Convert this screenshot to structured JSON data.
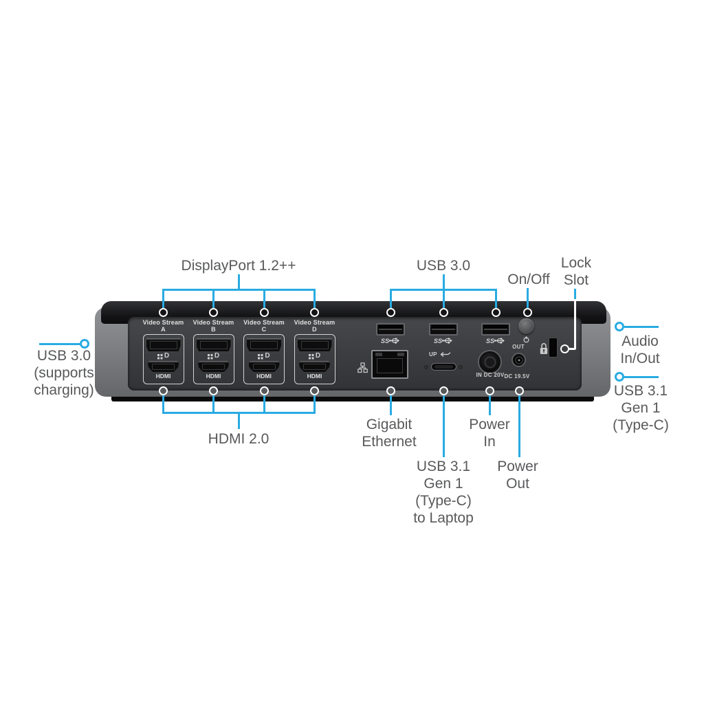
{
  "colors": {
    "callout_blue": "#29ABE2",
    "label_gray": "#58595B"
  },
  "labels": {
    "displayport": "DisplayPort 1.2++",
    "usb30_top": "USB 3.0",
    "onoff": "On/Off",
    "lock_slot": [
      "Lock",
      "Slot"
    ],
    "usb30_left": [
      "USB 3.0",
      "(supports",
      "charging)"
    ],
    "audio_io": [
      "Audio",
      "In/Out"
    ],
    "usb31_typec": [
      "USB 3.1",
      "Gen 1",
      "(Type-C)"
    ],
    "hdmi20": "HDMI 2.0",
    "gigabit_ethernet": [
      "Gigabit",
      "Ethernet"
    ],
    "usb31_laptop": [
      "USB 3.1",
      "Gen 1",
      "(Type-C)",
      "to Laptop"
    ],
    "power_in": [
      "Power",
      "In"
    ],
    "power_out": [
      "Power",
      "Out"
    ]
  },
  "device": {
    "dp_logo_glyph": "D",
    "video_streams": [
      {
        "label": "Video Stream A",
        "hdmi": "HDMI"
      },
      {
        "label": "Video Stream B",
        "hdmi": "HDMI"
      },
      {
        "label": "Video Stream C",
        "hdmi": "HDMI"
      },
      {
        "label": "Video Stream D",
        "hdmi": "HDMI"
      }
    ],
    "markings": {
      "usb_ss": "SS",
      "usbc_up": "UP",
      "power_in": "IN DC 20V",
      "power_out_top": "OUT",
      "power_out_bottom": "DC 19.5V"
    },
    "icons": {
      "usb_ss": "usb-superspeed-icon",
      "power": "power-icon",
      "network": "ethernet-network-icon",
      "charge_arrow": "charging-arrow-icon",
      "lock": "lock-icon",
      "dp_logo": "displayport-logo-icon"
    }
  }
}
